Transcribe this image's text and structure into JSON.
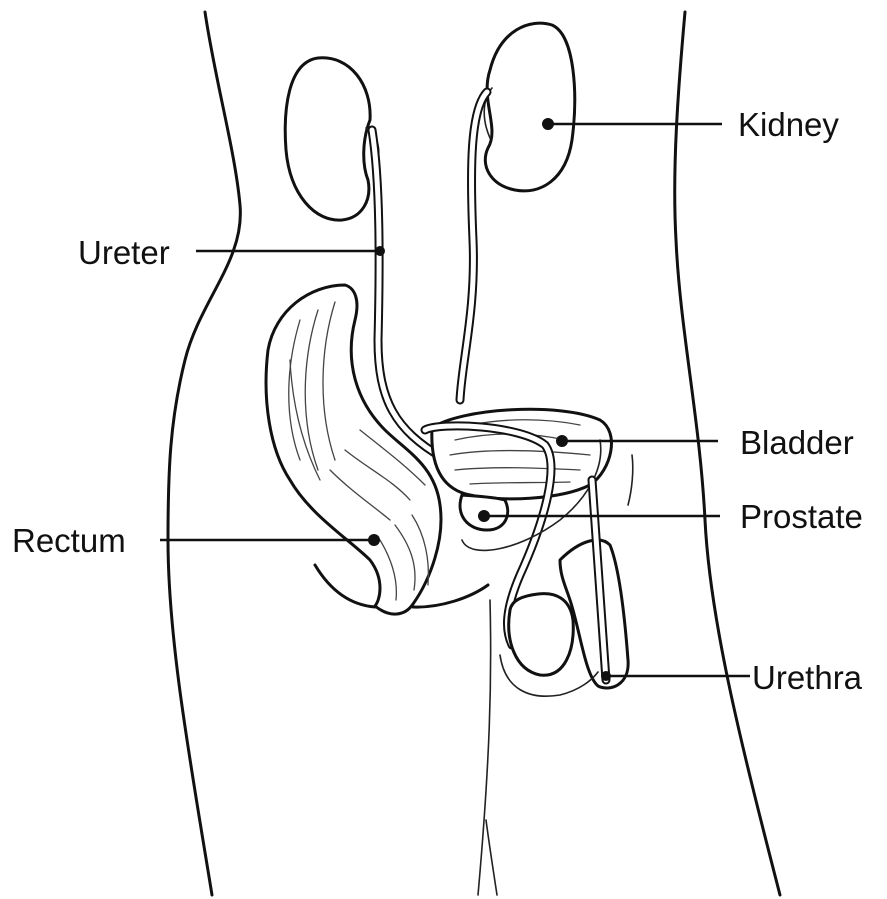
{
  "labels": {
    "kidney": "Kidney",
    "ureter": "Ureter",
    "bladder": "Bladder",
    "prostate": "Prostate",
    "rectum": "Rectum",
    "urethra": "Urethra"
  },
  "colors": {
    "line": "#111111",
    "background": "#ffffff"
  }
}
